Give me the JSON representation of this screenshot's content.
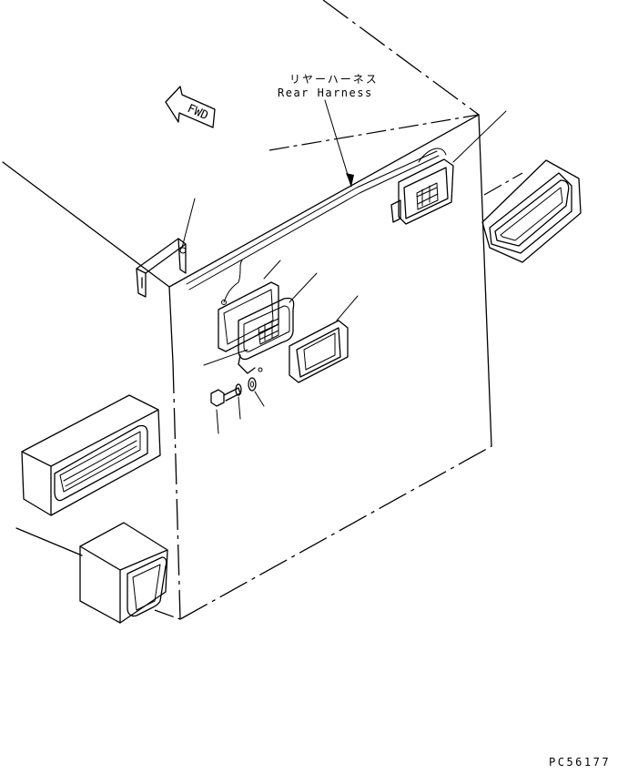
{
  "labels": {
    "rear_harness_jp": "リヤーハーネス",
    "rear_harness_en": "Rear Harness",
    "fwd_arrow": "FWD",
    "figure_code": "PC56177"
  },
  "colors": {
    "line": "#000000",
    "background": "#ffffff"
  }
}
